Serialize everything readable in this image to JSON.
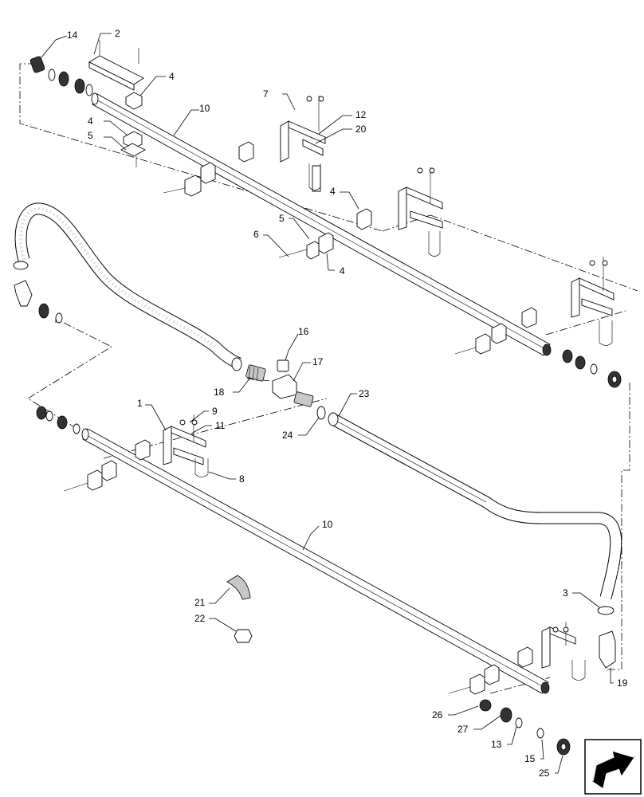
{
  "callouts": {
    "c1": "1",
    "c2": "2",
    "c3": "3",
    "c4a": "4",
    "c4b": "4",
    "c4c": "4",
    "c4d": "4",
    "c5a": "5",
    "c5b": "5",
    "c6": "6",
    "c7": "7",
    "c8": "8",
    "c9": "9",
    "c10a": "10",
    "c10b": "10",
    "c11": "11",
    "c12": "12",
    "c13": "13",
    "c14": "14",
    "c15": "15",
    "c16": "16",
    "c17": "17",
    "c18": "18",
    "c19": "19",
    "c20": "20",
    "c21": "21",
    "c22": "22",
    "c23": "23",
    "c24": "24",
    "c25": "25",
    "c26": "26",
    "c27": "27"
  },
  "icons": {
    "navigation": "forward-arrow-icon"
  }
}
